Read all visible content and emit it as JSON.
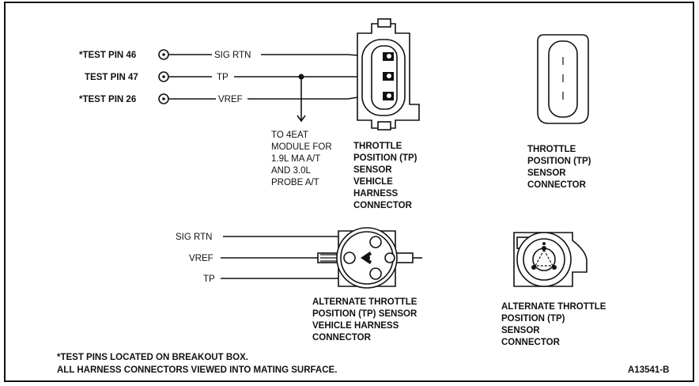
{
  "pins": {
    "pin46": "*TEST PIN 46",
    "pin47": "TEST PIN 47",
    "pin26": "*TEST PIN 26"
  },
  "wires_top": {
    "sig_rtn": "SIG RTN",
    "tp": "TP",
    "vref": "VREF"
  },
  "module_note": [
    "TO 4EAT",
    "MODULE FOR",
    "1.9L MA A/T",
    "AND 3.0L",
    "PROBE A/T"
  ],
  "harness_connector_label": [
    "THROTTLE",
    "POSITION (TP)",
    "SENSOR",
    "VEHICLE",
    "HARNESS",
    "CONNECTOR"
  ],
  "sensor_connector_label": [
    "THROTTLE",
    "POSITION (TP)",
    "SENSOR",
    "CONNECTOR"
  ],
  "wires_bottom": {
    "sig_rtn": "SIG RTN",
    "vref": "VREF",
    "tp": "TP"
  },
  "alt_harness_label": [
    "ALTERNATE THROTTLE",
    "POSITION (TP) SENSOR",
    "VEHICLE HARNESS",
    "CONNECTOR"
  ],
  "alt_sensor_label": [
    "ALTERNATE THROTTLE",
    "POSITION (TP)",
    "SENSOR",
    "CONNECTOR"
  ],
  "footnotes": {
    "line1": "*TEST PINS LOCATED ON BREAKOUT BOX.",
    "line2": "ALL HARNESS CONNECTORS VIEWED INTO MATING SURFACE."
  },
  "figure_id": "A13541-B"
}
